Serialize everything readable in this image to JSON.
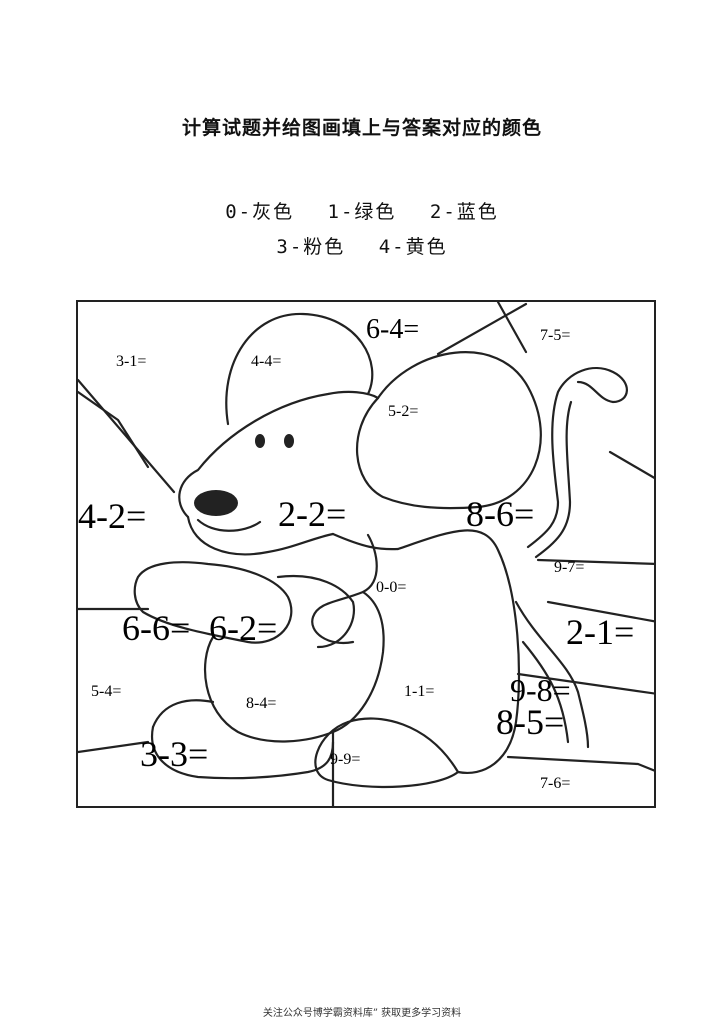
{
  "title": "计算试题并给图画填上与答案对应的颜色",
  "legend": {
    "line1": [
      "0-灰色",
      "1-绿色",
      "2-蓝色"
    ],
    "line2": [
      "3-粉色",
      "4-黄色"
    ]
  },
  "equations": {
    "e_3_1": "3-1=",
    "e_4_4": "4-4=",
    "e_6_4": "6-4=",
    "e_7_5": "7-5=",
    "e_5_2": "5-2=",
    "e_4_2": "4-2=",
    "e_2_2": "2-2=",
    "e_8_6": "8-6=",
    "e_9_7": "9-7=",
    "e_0_0": "0-0=",
    "e_6_6": "6-6=",
    "e_6_2": "6-2=",
    "e_2_1": "2-1=",
    "e_5_4": "5-4=",
    "e_8_4": "8-4=",
    "e_1_1": "1-1=",
    "e_9_8": "9-8=",
    "e_8_5": "8-5=",
    "e_3_3": "3-3=",
    "e_9_9": "9-9=",
    "e_7_6": "7-6="
  },
  "footer": "关注公众号博学霸资料库” 获取更多学习资料"
}
